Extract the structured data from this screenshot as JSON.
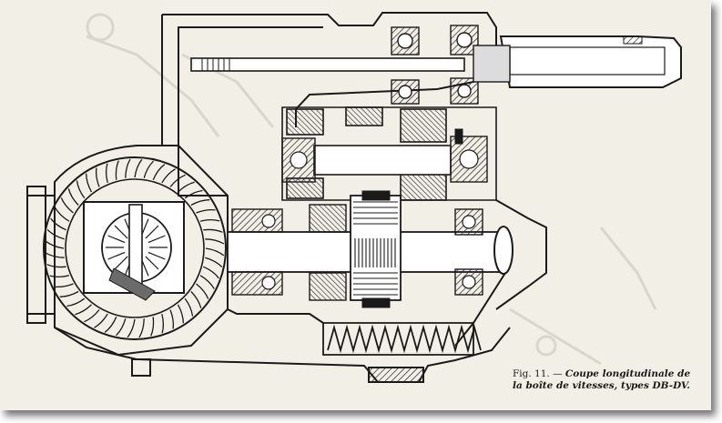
{
  "caption": {
    "fig_label": "Fig. 11. —",
    "line1": "Coupe longitudinale de",
    "line2": "la boîte de vitesses, types DB-DV."
  },
  "colors": {
    "paper": "#f2efe6",
    "ink": "#1a1a1a",
    "shade": "#6b6b6b",
    "ghost": "#d9d6cd"
  }
}
